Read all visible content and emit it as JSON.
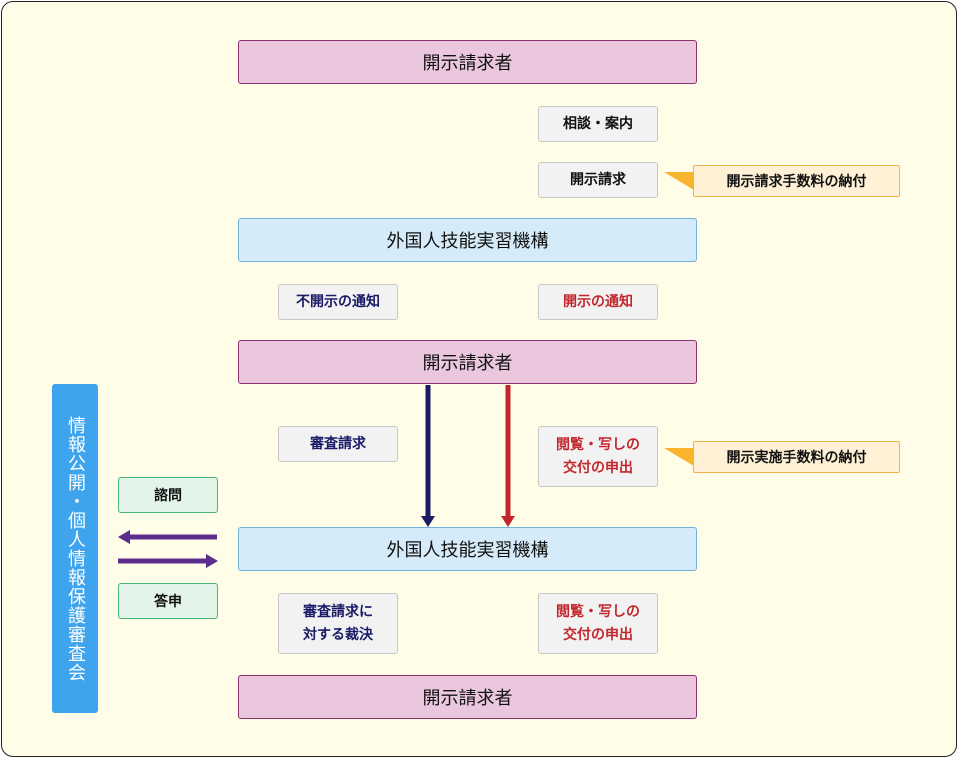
{
  "nodes": {
    "requester_1": "開示請求者",
    "organization_1": "外国人技能実習機構",
    "requester_2": "開示請求者",
    "organization_2": "外国人技能実習機構",
    "requester_3": "開示請求者",
    "council": "情報公開・個人情報保護審査会"
  },
  "steps": {
    "consultation": "相談・案内",
    "disclosure_request": "開示請求",
    "nondisclosure_notice": "不開示の通知",
    "disclosure_notice": "開示の通知",
    "review_request": "審査請求",
    "viewing_request_1": [
      "閲覧・写しの",
      "交付の申出"
    ],
    "ruling": [
      "審査請求に",
      "対する裁決"
    ],
    "viewing_request_2": [
      "閲覧・写しの",
      "交付の申出"
    ],
    "inquiry": "諮問",
    "report": "答申"
  },
  "notes": {
    "request_fee": "開示請求手数料の納付",
    "implementation_fee": "開示実施手数料の納付"
  },
  "colors": {
    "frame_bg": "#fffde8",
    "requester_fill": "#eac7df",
    "organization_fill": "#d5ebf9",
    "council_fill": "#3ea4ee",
    "navy_arrow": "#1a1a66",
    "red_arrow": "#c1272d",
    "purple_arrow": "#5c2d8c"
  }
}
